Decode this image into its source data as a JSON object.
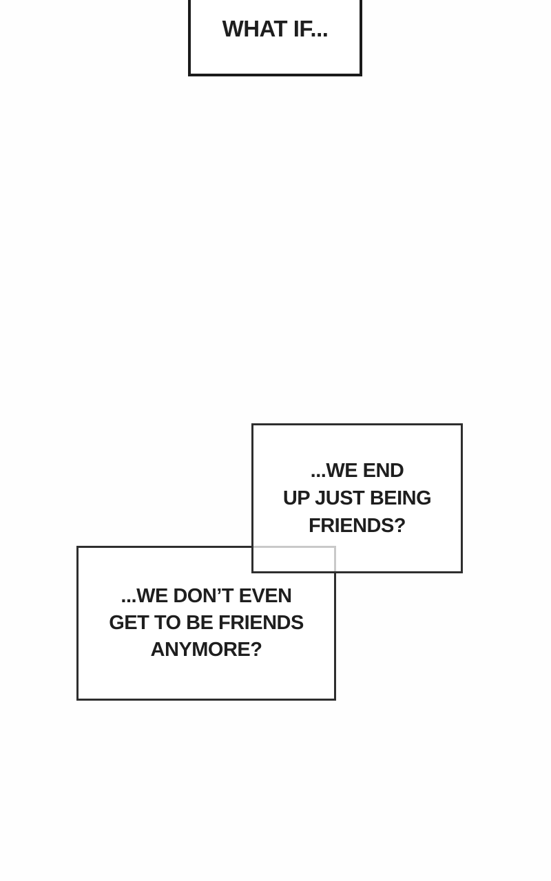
{
  "page": {
    "kind": "comic-page",
    "background": "#fefefe"
  },
  "colors": {
    "border_top_box": "#1b1b1b",
    "border_box": "#2e2e2e",
    "text": "#1e1e1e",
    "overlap_veil": "rgba(255,255,255,0.74)"
  },
  "captions": {
    "top": {
      "lines": [
        "WHAT IF..."
      ]
    },
    "middle": {
      "lines": [
        "...WE END",
        "UP JUST BEING",
        "FRIENDS?"
      ]
    },
    "bottom": {
      "lines": [
        "...WE DON’T EVEN",
        "GET TO BE FRIENDS",
        "ANYMORE?"
      ]
    }
  }
}
